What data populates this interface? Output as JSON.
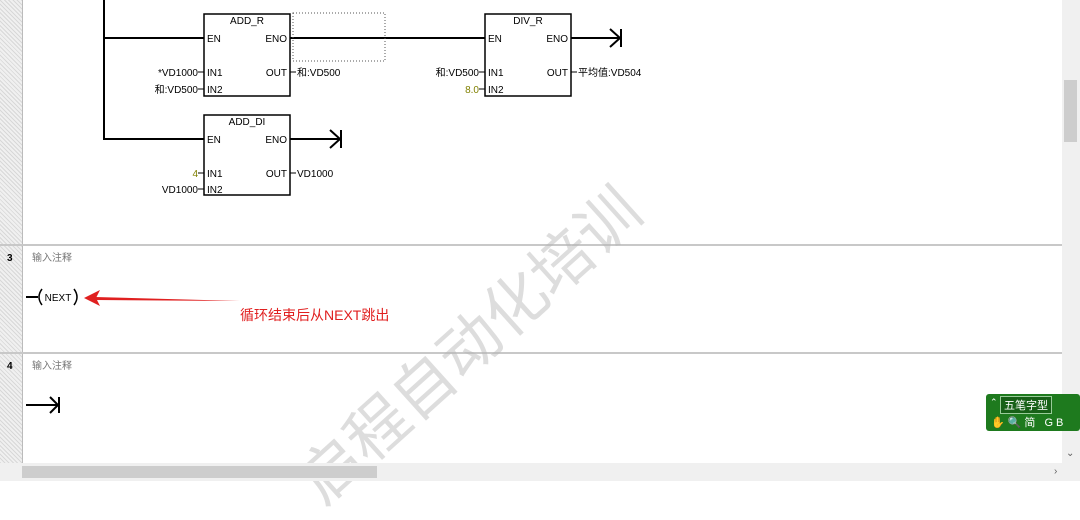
{
  "network2": {
    "add_r": {
      "title": "ADD_R",
      "en": "EN",
      "eno": "ENO",
      "in1": "IN1",
      "in2": "IN2",
      "out": "OUT",
      "in1_val": "*VD1000",
      "in2_val": "和:VD500",
      "out_val": "和:VD500"
    },
    "div_r": {
      "title": "DIV_R",
      "en": "EN",
      "eno": "ENO",
      "in1": "IN1",
      "in2": "IN2",
      "out": "OUT",
      "in1_val": "和:VD500",
      "in2_val": "8.0",
      "out_val": "平均值:VD504"
    },
    "add_di": {
      "title": "ADD_DI",
      "en": "EN",
      "eno": "ENO",
      "in1": "IN1",
      "in2": "IN2",
      "out": "OUT",
      "in1_val": "4",
      "in2_val": "VD1000",
      "out_val": "VD1000"
    }
  },
  "network3": {
    "number": "3",
    "comment": "输入注释",
    "coil": "NEXT",
    "annotation": "循环结束后从NEXT跳出"
  },
  "network4": {
    "number": "4",
    "comment": "输入注释"
  },
  "watermark": "启程自动化培训",
  "ime": {
    "mode": "五笔字型",
    "row2": "✋🔍简 GB"
  },
  "colors": {
    "annotation": "#e02020",
    "constant": "#808000",
    "ime": "#1e7a1e"
  }
}
